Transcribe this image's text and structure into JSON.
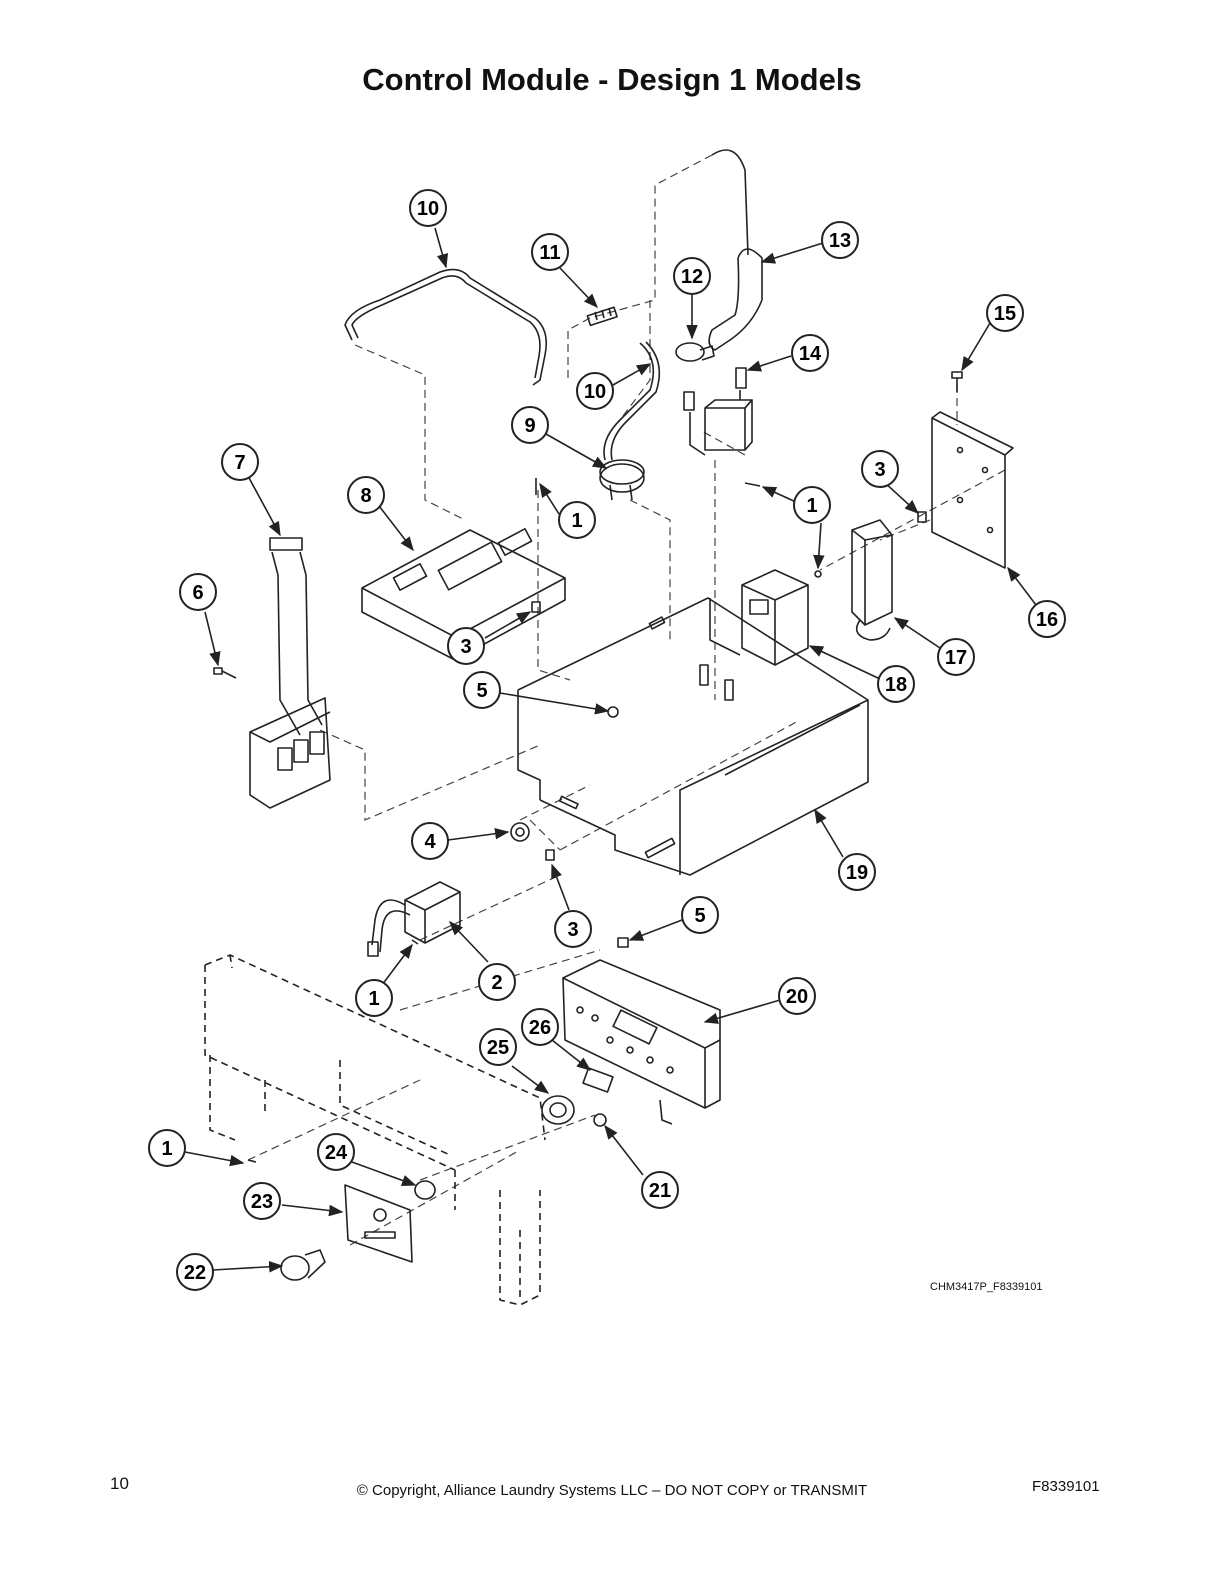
{
  "page": {
    "title": "Control Module - Design 1 Models",
    "drawing_code": "CHM3417P_F8339101",
    "page_number": "10",
    "copyright": "© Copyright, Alliance Laundry Systems LLC – DO NOT COPY or TRANSMIT",
    "document_number": "F8339101"
  },
  "callouts": [
    {
      "id": "c10a",
      "label": "10"
    },
    {
      "id": "c11",
      "label": "11"
    },
    {
      "id": "c12",
      "label": "12"
    },
    {
      "id": "c13",
      "label": "13"
    },
    {
      "id": "c10b",
      "label": "10"
    },
    {
      "id": "c14",
      "label": "14"
    },
    {
      "id": "c15",
      "label": "15"
    },
    {
      "id": "c9",
      "label": "9"
    },
    {
      "id": "c7",
      "label": "7"
    },
    {
      "id": "c8",
      "label": "8"
    },
    {
      "id": "c1a",
      "label": "1"
    },
    {
      "id": "c1b",
      "label": "1"
    },
    {
      "id": "c3a",
      "label": "3"
    },
    {
      "id": "c6",
      "label": "6"
    },
    {
      "id": "c3b",
      "label": "3"
    },
    {
      "id": "c16",
      "label": "16"
    },
    {
      "id": "c17",
      "label": "17"
    },
    {
      "id": "c18",
      "label": "18"
    },
    {
      "id": "c5a",
      "label": "5"
    },
    {
      "id": "c4",
      "label": "4"
    },
    {
      "id": "c19",
      "label": "19"
    },
    {
      "id": "c3c",
      "label": "3"
    },
    {
      "id": "c5b",
      "label": "5"
    },
    {
      "id": "c2",
      "label": "2"
    },
    {
      "id": "c1c",
      "label": "1"
    },
    {
      "id": "c20",
      "label": "20"
    },
    {
      "id": "c26",
      "label": "26"
    },
    {
      "id": "c25",
      "label": "25"
    },
    {
      "id": "c1d",
      "label": "1"
    },
    {
      "id": "c24",
      "label": "24"
    },
    {
      "id": "c21",
      "label": "21"
    },
    {
      "id": "c23",
      "label": "23"
    },
    {
      "id": "c22",
      "label": "22"
    }
  ]
}
